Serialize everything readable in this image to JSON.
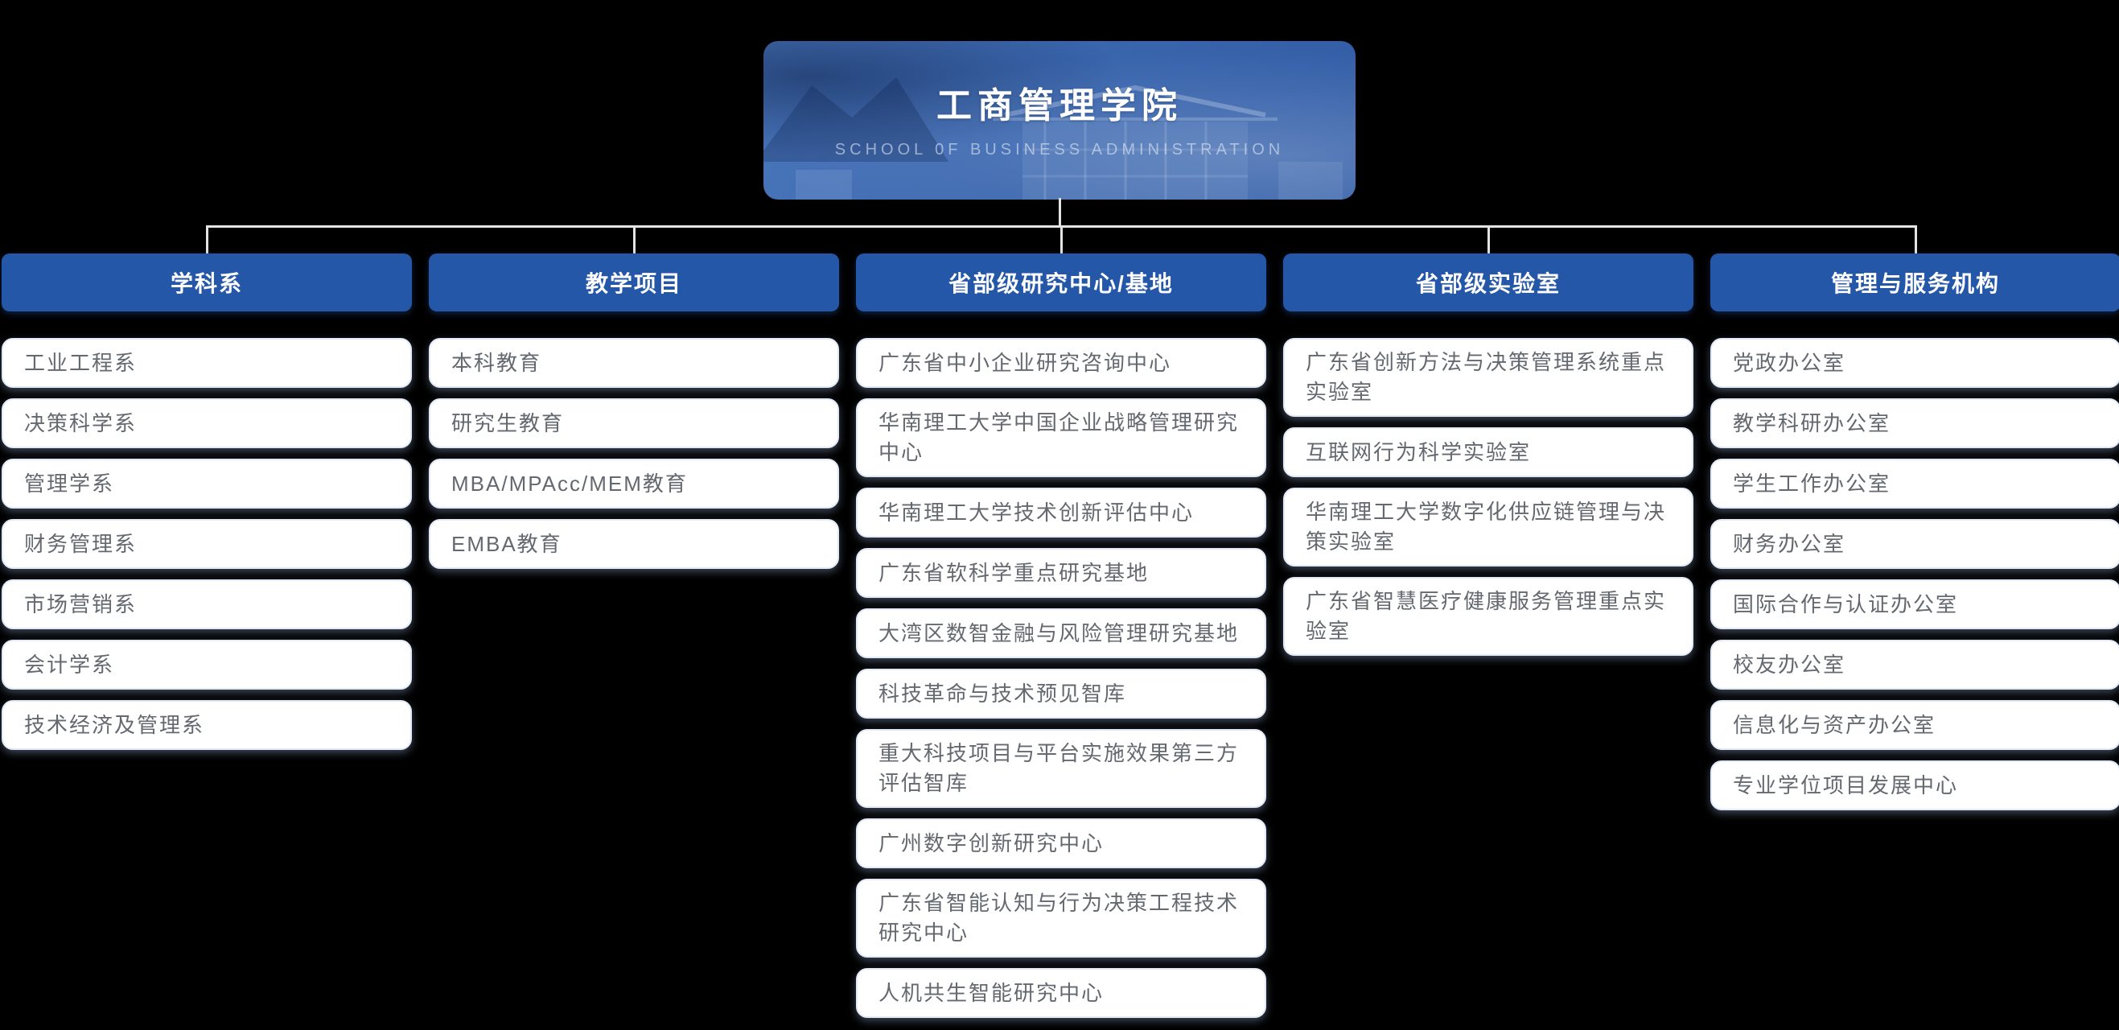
{
  "banner": {
    "title": "工商管理学院",
    "subtitle": "SCHOOL 0F BUSINESS ADMINISTRATION"
  },
  "columns": [
    {
      "header": "学科系",
      "items": [
        "工业工程系",
        "决策科学系",
        "管理学系",
        "财务管理系",
        "市场营销系",
        "会计学系",
        "技术经济及管理系"
      ]
    },
    {
      "header": "教学项目",
      "items": [
        "本科教育",
        "研究生教育",
        "MBA/MPAcc/MEM教育",
        "EMBA教育"
      ]
    },
    {
      "header": "省部级研究中心/基地",
      "items": [
        "广东省中小企业研究咨询中心",
        "华南理工大学中国企业战略管理研究中心",
        "华南理工大学技术创新评估中心",
        "广东省软科学重点研究基地",
        "大湾区数智金融与风险管理研究基地",
        "科技革命与技术预见智库",
        "重大科技项目与平台实施效果第三方评估智库",
        "广州数字创新研究中心",
        "广东省智能认知与行为决策工程技术研究中心",
        "人机共生智能研究中心"
      ]
    },
    {
      "header": "省部级实验室",
      "items": [
        "广东省创新方法与决策管理系统重点实验室",
        "互联网行为科学实验室",
        "华南理工大学数字化供应链管理与决策实验室",
        "广东省智慧医疗健康服务管理重点实验室"
      ]
    },
    {
      "header": "管理与服务机构",
      "items": [
        "党政办公室",
        "教学科研办公室",
        "学生工作办公室",
        "财务办公室",
        "国际合作与认证办公室",
        "校友办公室",
        "信息化与资产办公室",
        "专业学位项目发展中心"
      ]
    }
  ],
  "colors": {
    "background": "#000000",
    "header_blue": "#2457a8",
    "banner_blue": "#3a66ae",
    "connector_line": "#e4e4e4",
    "item_background": "#ffffff",
    "item_border": "#e2eaf8",
    "item_text": "#64686f",
    "header_text": "#ffffff"
  }
}
